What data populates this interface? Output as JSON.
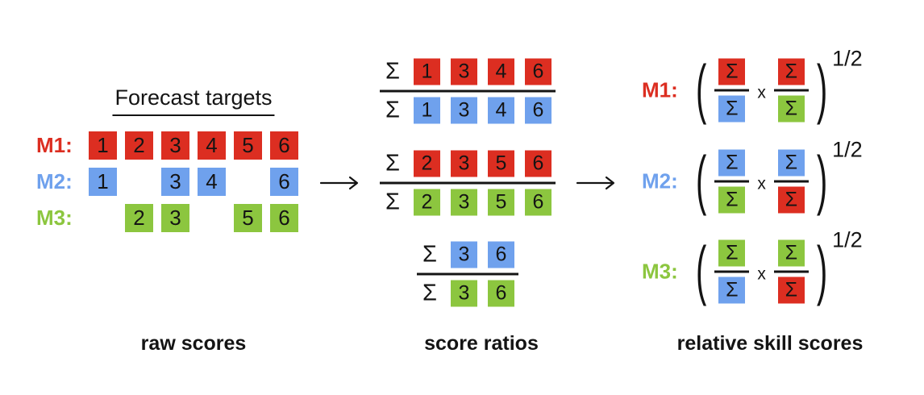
{
  "colors": {
    "red": "#DC2E21",
    "blue": "#6FA1ED",
    "green": "#8CC63F",
    "text": "#141414"
  },
  "icons": [
    "arrow-right-icon",
    "arrow-right-icon"
  ],
  "left": {
    "title": "Forecast targets",
    "caption": "raw scores",
    "rows": [
      {
        "label": "M1:",
        "color": "red",
        "cells": [
          1,
          2,
          3,
          4,
          5,
          6
        ]
      },
      {
        "label": "M2:",
        "color": "blue",
        "cells": [
          1,
          null,
          3,
          4,
          null,
          6
        ]
      },
      {
        "label": "M3:",
        "color": "green",
        "cells": [
          null,
          2,
          3,
          null,
          5,
          6
        ]
      }
    ]
  },
  "middle": {
    "sigma": "Σ",
    "caption": "score ratios",
    "fractions": [
      {
        "num": {
          "color": "red",
          "values": [
            1,
            3,
            4,
            6
          ]
        },
        "den": {
          "color": "blue",
          "values": [
            1,
            3,
            4,
            6
          ]
        }
      },
      {
        "num": {
          "color": "red",
          "values": [
            2,
            3,
            5,
            6
          ]
        },
        "den": {
          "color": "green",
          "values": [
            2,
            3,
            5,
            6
          ]
        }
      },
      {
        "num": {
          "color": "blue",
          "values": [
            3,
            6
          ]
        },
        "den": {
          "color": "green",
          "values": [
            3,
            6
          ]
        }
      }
    ]
  },
  "right": {
    "sigma": "Σ",
    "times": "x",
    "exponent": "1/2",
    "paren_open": "(",
    "paren_close": ")",
    "caption": "relative skill scores",
    "rows": [
      {
        "label": "M1:",
        "color": "red",
        "frac1": {
          "num": "red",
          "den": "blue"
        },
        "frac2": {
          "num": "red",
          "den": "green"
        }
      },
      {
        "label": "M2:",
        "color": "blue",
        "frac1": {
          "num": "blue",
          "den": "green"
        },
        "frac2": {
          "num": "blue",
          "den": "red"
        }
      },
      {
        "label": "M3:",
        "color": "green",
        "frac1": {
          "num": "green",
          "den": "blue"
        },
        "frac2": {
          "num": "green",
          "den": "red"
        }
      }
    ]
  }
}
